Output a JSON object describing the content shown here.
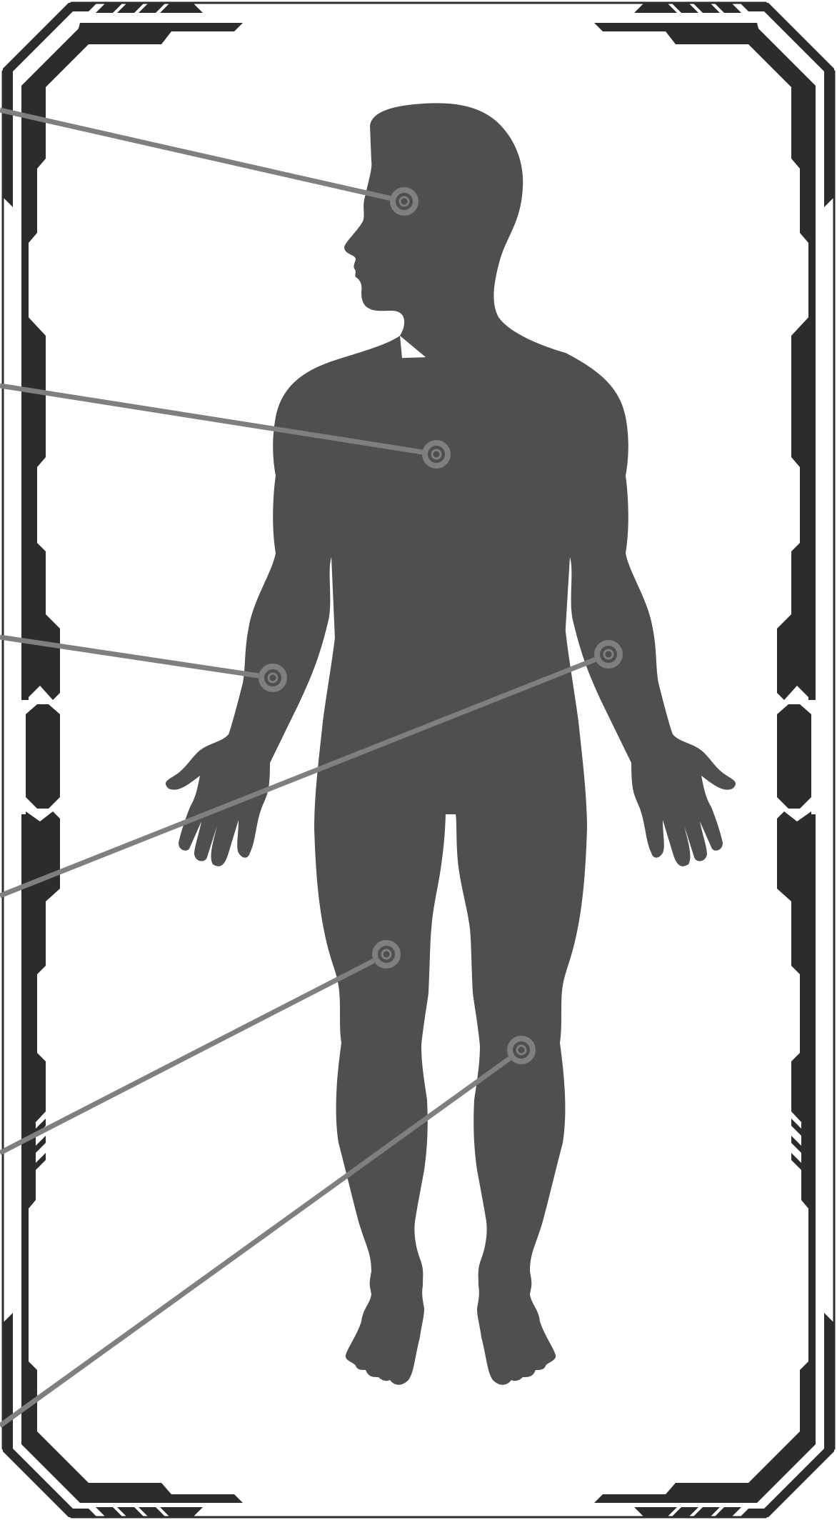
{
  "diagram": {
    "colors": {
      "frame": "#2c2c2c",
      "silhouette": "#4f4f4f",
      "callout": "#7f7f7f",
      "background": "#ffffff"
    },
    "markers": [
      {
        "id": "head"
      },
      {
        "id": "chest"
      },
      {
        "id": "right-forearm"
      },
      {
        "id": "left-forearm"
      },
      {
        "id": "right-thigh"
      },
      {
        "id": "left-knee"
      }
    ]
  }
}
